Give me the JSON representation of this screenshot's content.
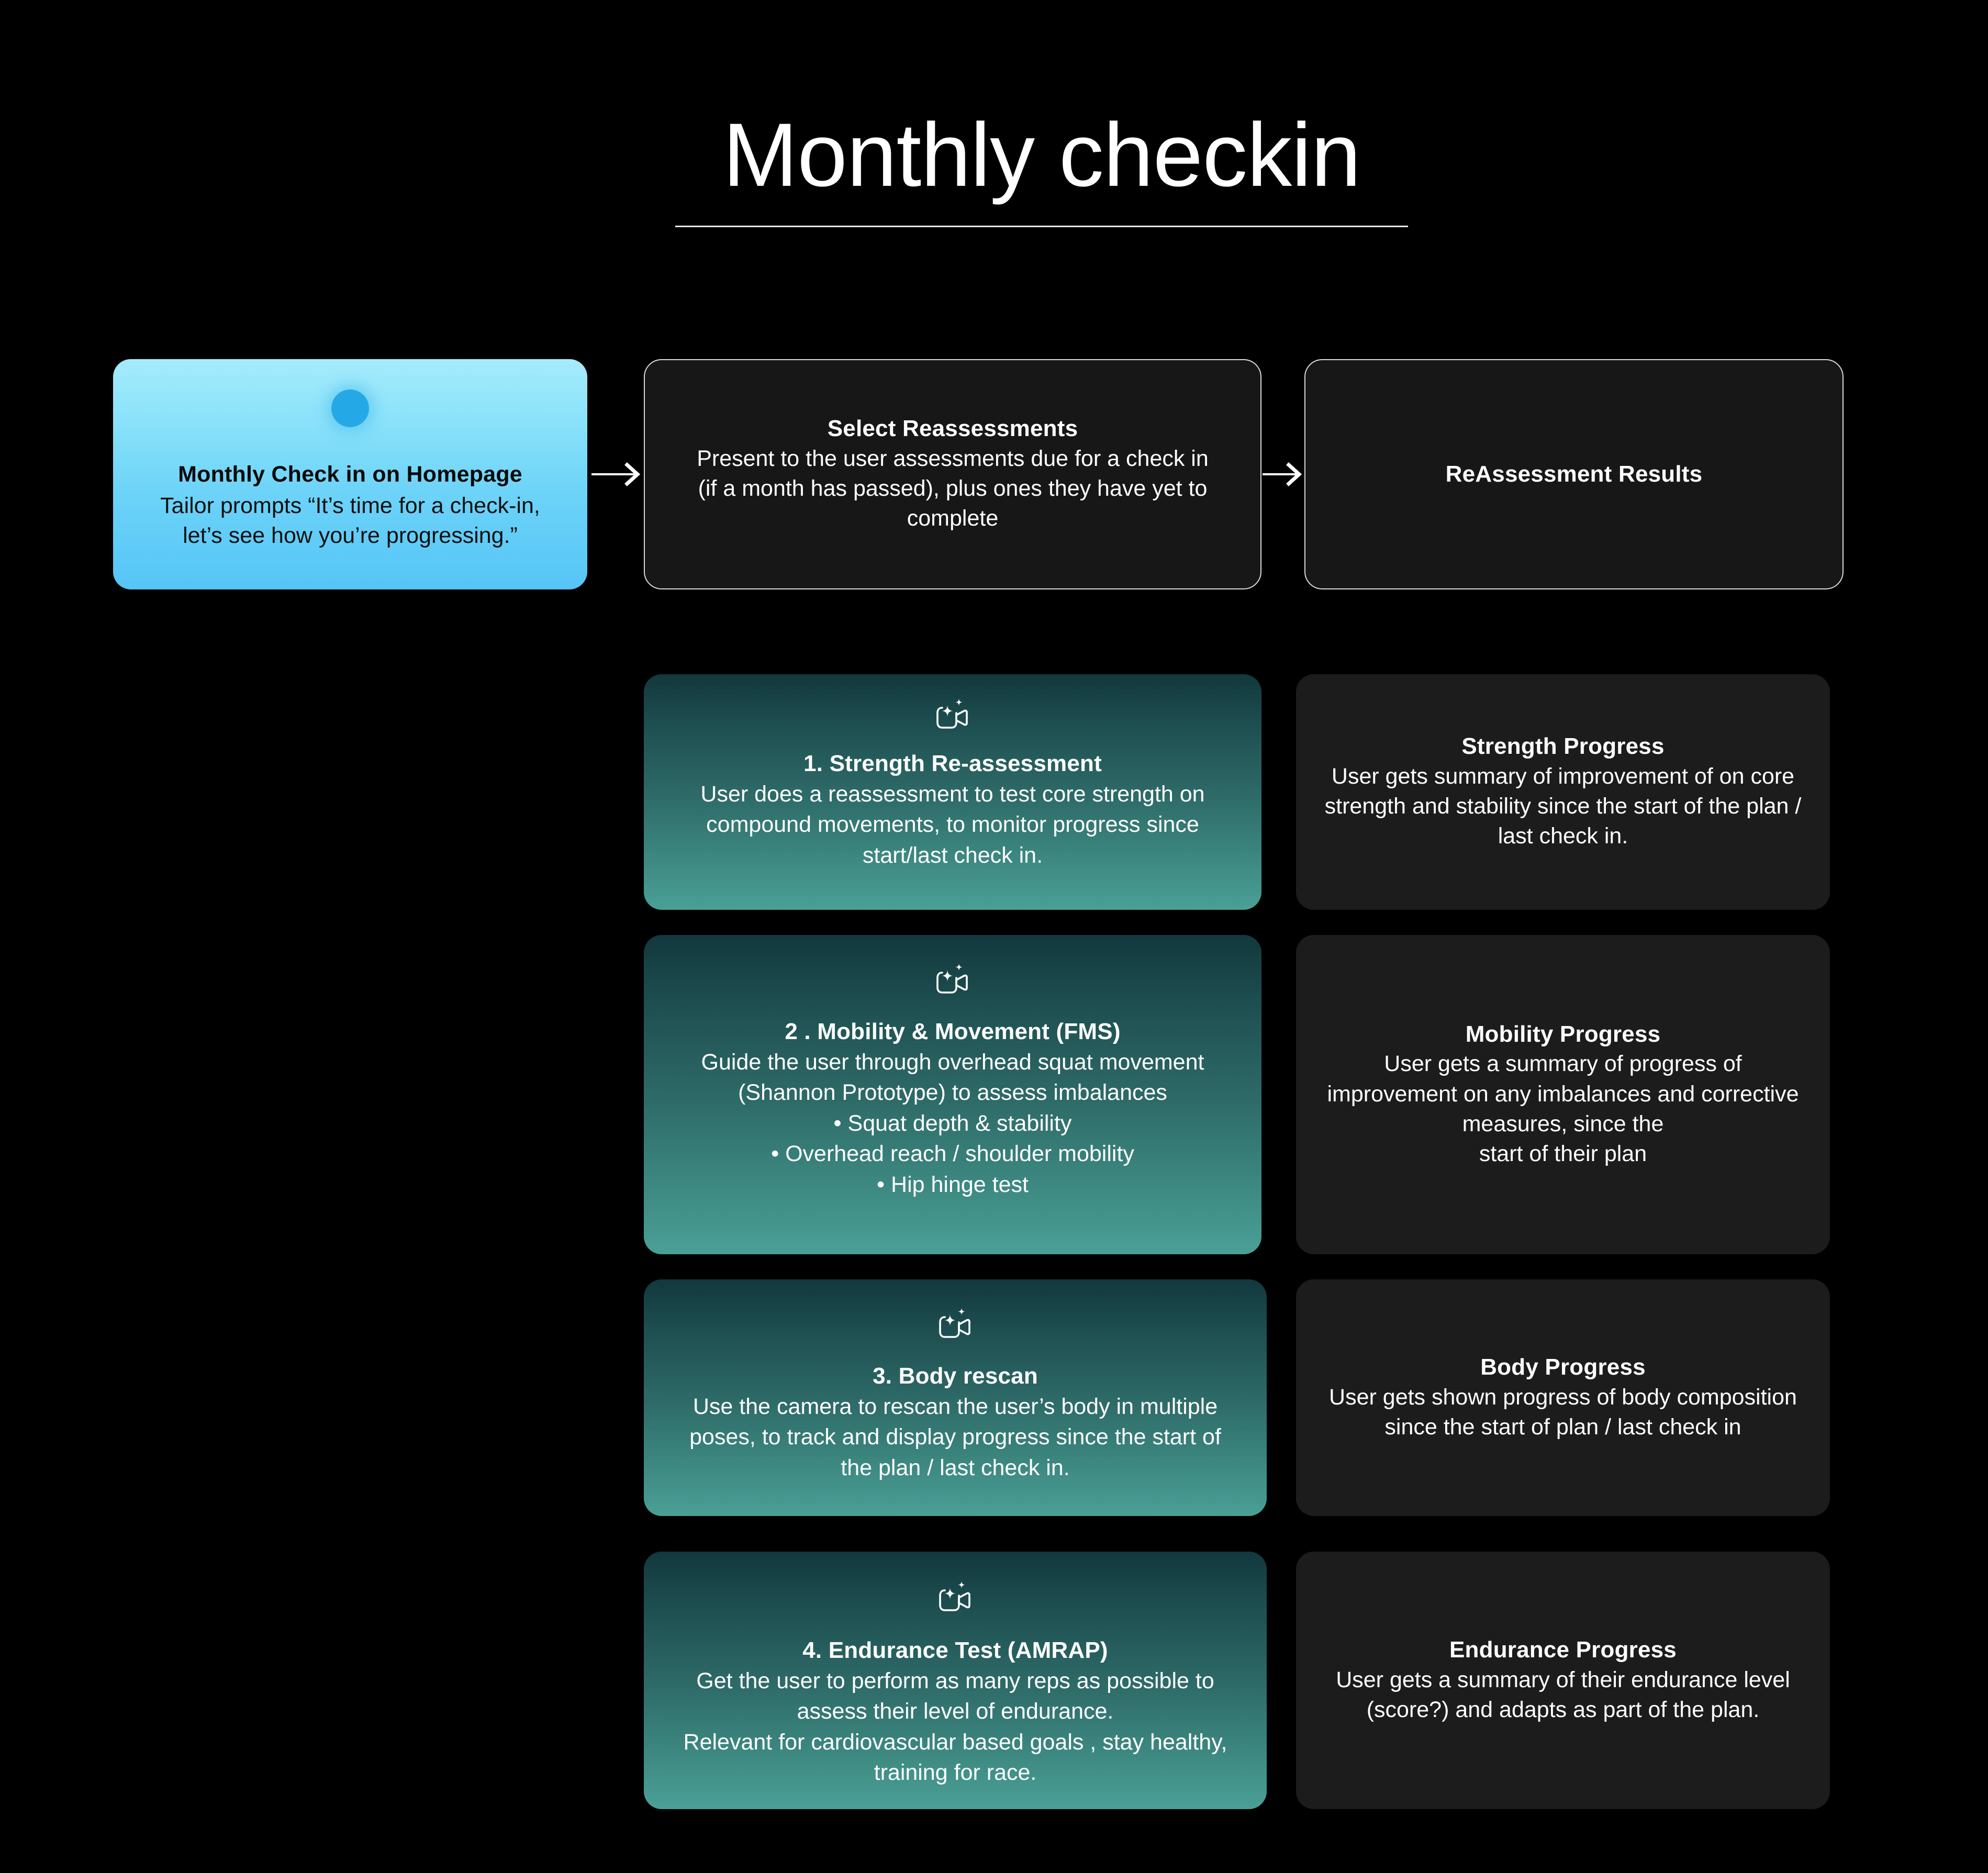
{
  "page": {
    "title": "Monthly checkin",
    "background_color": "#000000"
  },
  "colors": {
    "accent_blue": "#55c5f6",
    "accent_blue_light": "#a5ebfb",
    "dot_blue": "#25a9e6",
    "teal_dark": "#12383c",
    "teal_light": "#4aa096",
    "card_dark": "#1c1c1c",
    "border_white": "#d9d9d9"
  },
  "flow": {
    "entry_card": {
      "title": "Monthly Check in on Homepage",
      "body": "Tailor prompts “It’s time for a check-in, let’s see how you’re progressing.”",
      "indicator": "status-dot"
    },
    "select_card": {
      "title": "Select Reassessments",
      "body": "Present to the user assessments due for a check in (if a month has passed), plus ones they have yet to complete"
    },
    "results_card": {
      "title": "ReAssessment Results"
    },
    "arrows": [
      {
        "name": "arrow-entry-to-select",
        "direction": "right"
      },
      {
        "name": "arrow-select-to-results",
        "direction": "right"
      }
    ]
  },
  "assessments": [
    {
      "icon": "ai-video-camera-icon",
      "title": "1. Strength Re-assessment",
      "body": "User does a reassessment to test core strength on compound movements, to monitor progress since start/last check in."
    },
    {
      "icon": "ai-video-camera-icon",
      "title": "2 . Mobility & Movement (FMS)",
      "body": "Guide the user through overhead squat movement\n(Shannon Prototype) to assess imbalances\n• Squat depth & stability\n• Overhead reach / shoulder mobility\n• Hip hinge test"
    },
    {
      "icon": "ai-video-camera-icon",
      "title": "3. Body rescan",
      "body": "Use the camera to rescan the user’s body in multiple poses, to track and display progress since the start of the plan / last check in."
    },
    {
      "icon": "ai-video-camera-icon",
      "title": "4.  Endurance Test (AMRAP)",
      "body": "Get the user to perform as many reps as possible to assess their level of endurance.\nRelevant for cardiovascular based goals , stay healthy, training for race."
    }
  ],
  "progress": [
    {
      "title": "Strength Progress",
      "body": "User gets summary of improvement of on core strength and stability since the start of the plan / last check in."
    },
    {
      "title": "Mobility Progress",
      "body": "User gets a summary of progress of improvement on any imbalances and corrective measures, since the\nstart of their plan"
    },
    {
      "title": "Body Progress",
      "body": "User gets shown progress of body composition since the start of plan / last check in"
    },
    {
      "title": "Endurance Progress",
      "body": "User gets a summary of their endurance level (score?) and adapts as part of the plan."
    }
  ]
}
